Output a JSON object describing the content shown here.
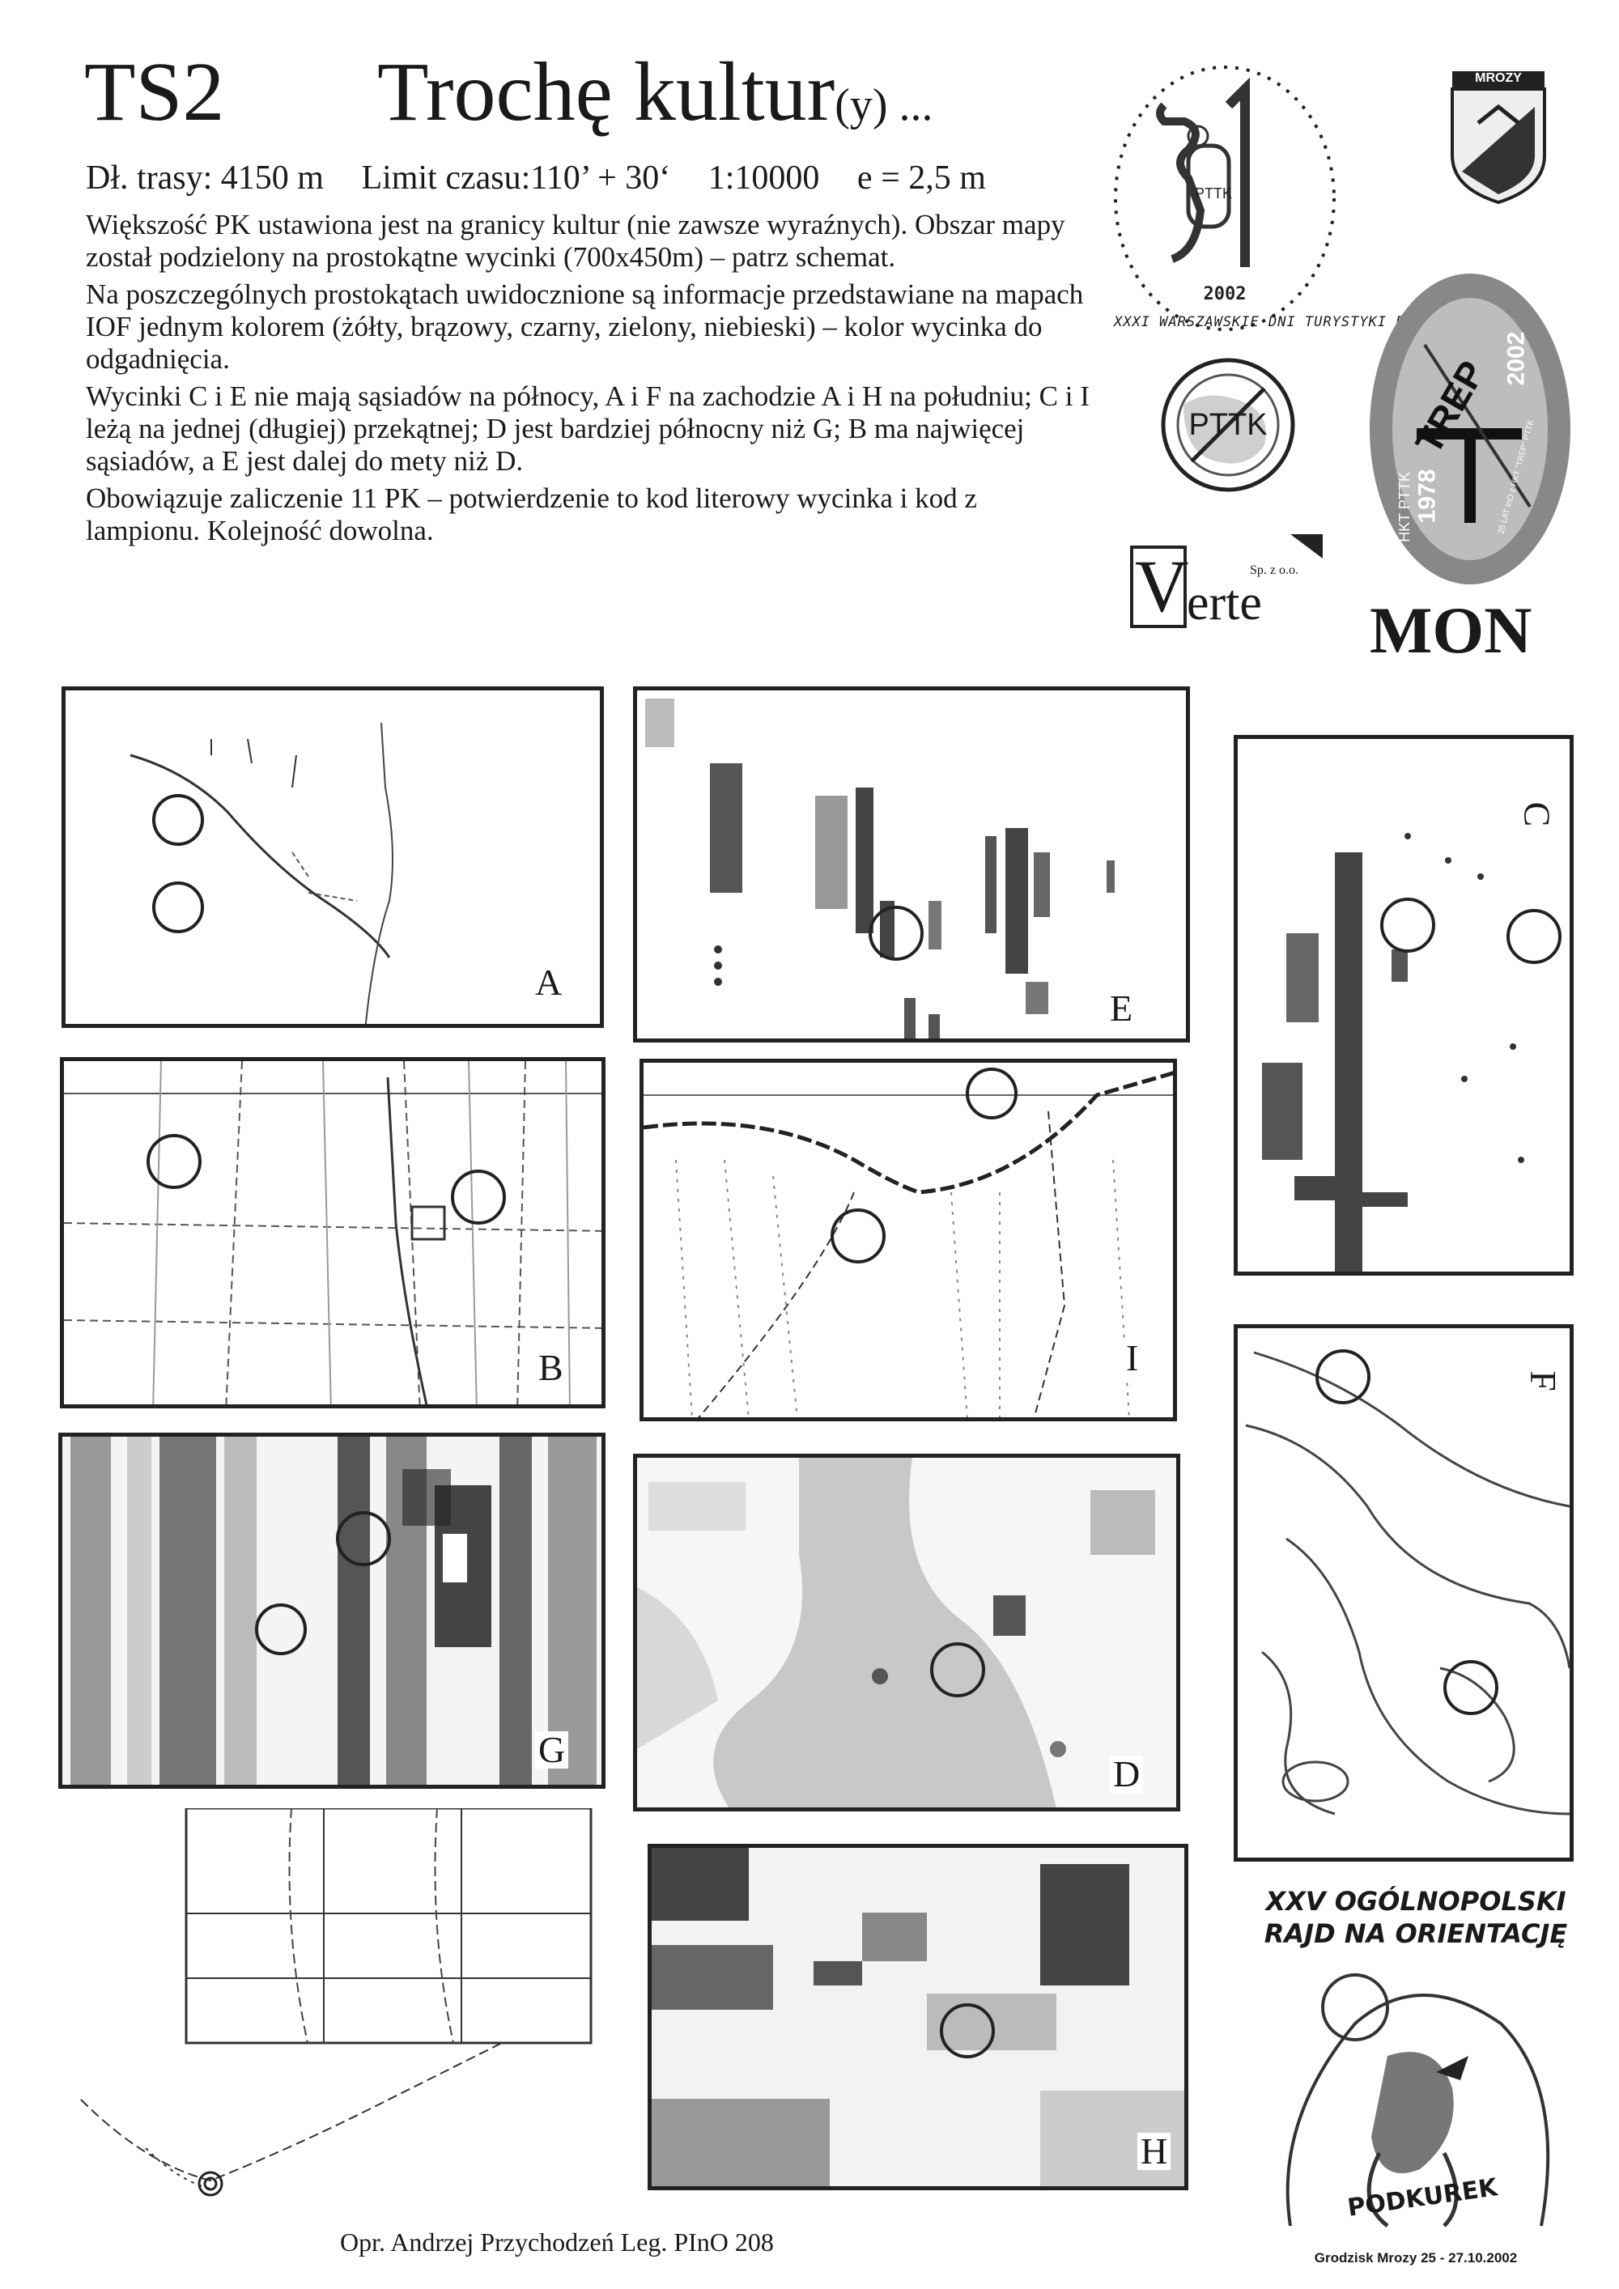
{
  "header": {
    "course_code": "TS2",
    "title": "Trochę kultur",
    "title_suffix": "(y) ...",
    "specs": {
      "length": "Dł. trasy: 4150 m",
      "time_limit": "Limit czasu:110’ + 30‘",
      "scale": "1:10000",
      "contour": "e = 2,5 m"
    },
    "paragraphs": [
      "Większość PK ustawiona jest na granicy kultur (nie zawsze wyraźnych). Obszar mapy został podzielony na prostokątne wycinki (700x450m) – patrz schemat.",
      "Na poszczególnych prostokątach uwidocznione są informacje przedstawiane na mapach IOF jednym kolorem (żółty, brązowy, czarny, zielony, niebieski) – kolor wycinka do odgadnięcia.",
      "Wycinki C i E nie mają sąsiadów na północy, A i F na zachodzie A i H na południu; C i I leżą na jednej (długiej) przekątnej; D jest bardziej północny niż G; B ma najwięcej sąsiadów, a E jest dalej do mety niż D.",
      "Obowiązuje zaliczenie 11 PK – potwierdzenie to kod literowy wycinka  i kod z lampionu. Kolejność dowolna."
    ]
  },
  "logos": {
    "rally31": {
      "ring_text": "XXXI WARSZAWSKIE DNI TURYSTYKI PTTK",
      "number": "31",
      "inner": "PTTK",
      "year": "2002"
    },
    "mrozy": {
      "label": "MROZY"
    },
    "pttk_round": {
      "label": "PTTK"
    },
    "trep": {
      "label": "TREP",
      "years_left": "1978",
      "years_right": "2002",
      "ring_text": "HKT PTTK",
      "side_text": "25 LAT InO z HKT \"TREP\" PTTK"
    },
    "verte": {
      "initial": "V",
      "rest": "erte",
      "suffix": "Sp. z o.o."
    },
    "mon": {
      "label": "MON"
    },
    "rajd": {
      "line1": "XXV OGÓLNOPOLSKI",
      "line2": "RAJD NA ORIENTACJĘ",
      "mascot_label": "PODKUREK",
      "footer": "Grodzisk Mrozy 25 - 27.10.2002"
    }
  },
  "panels": [
    {
      "id": "A",
      "label": "A"
    },
    {
      "id": "E",
      "label": "E"
    },
    {
      "id": "C",
      "label": "C"
    },
    {
      "id": "B",
      "label": "B"
    },
    {
      "id": "I",
      "label": "I"
    },
    {
      "id": "F",
      "label": "F"
    },
    {
      "id": "G",
      "label": "G"
    },
    {
      "id": "D",
      "label": "D"
    },
    {
      "id": "H",
      "label": "H"
    }
  ],
  "footer": {
    "credit": "Opr. Andrzej Przychodzeń Leg. PInO 208"
  }
}
